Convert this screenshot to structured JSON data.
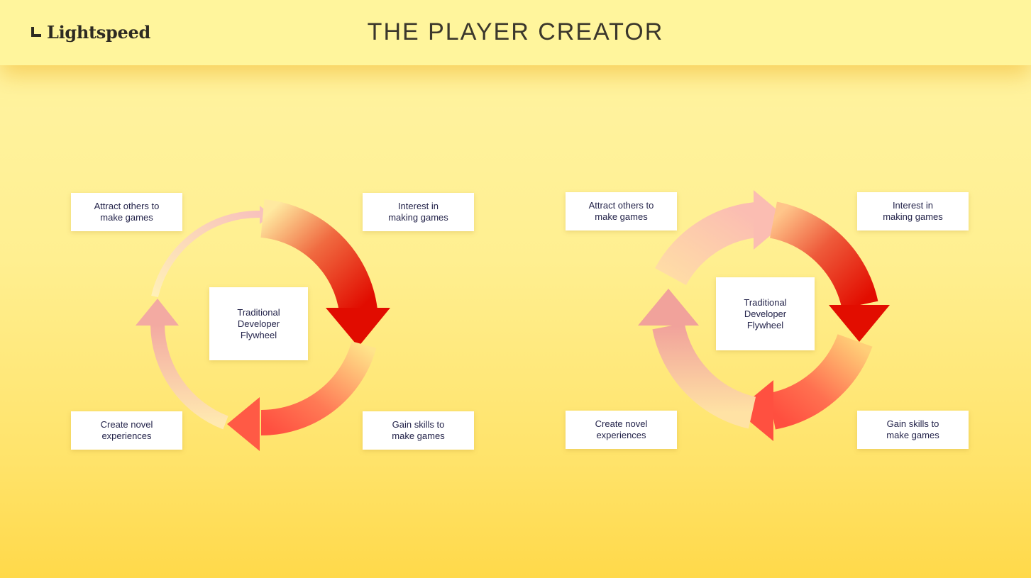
{
  "header": {
    "brand": "Lightspeed",
    "title": "THE PLAYER CREATOR"
  },
  "flywheels": [
    {
      "center": "Traditional\nDeveloper\nFlywheel",
      "nodes": {
        "top_left": "Attract others to\nmake games",
        "top_right": "Interest in\nmaking games",
        "bottom_left": "Create novel\nexperiences",
        "bottom_right": "Gain skills to\nmake games"
      }
    },
    {
      "center": "Traditional\nDeveloper\nFlywheel",
      "nodes": {
        "top_left": "Attract others to\nmake games",
        "top_right": "Interest in\nmaking games",
        "bottom_left": "Create novel\nexperiences",
        "bottom_right": "Gain skills to\nmake games"
      }
    }
  ],
  "colors": {
    "arrow_strong": "#e10c00",
    "arrow_medium": "#ff5a45",
    "arrow_light": "#f7b5ad",
    "arrow_pale": "#fbd5cf"
  }
}
